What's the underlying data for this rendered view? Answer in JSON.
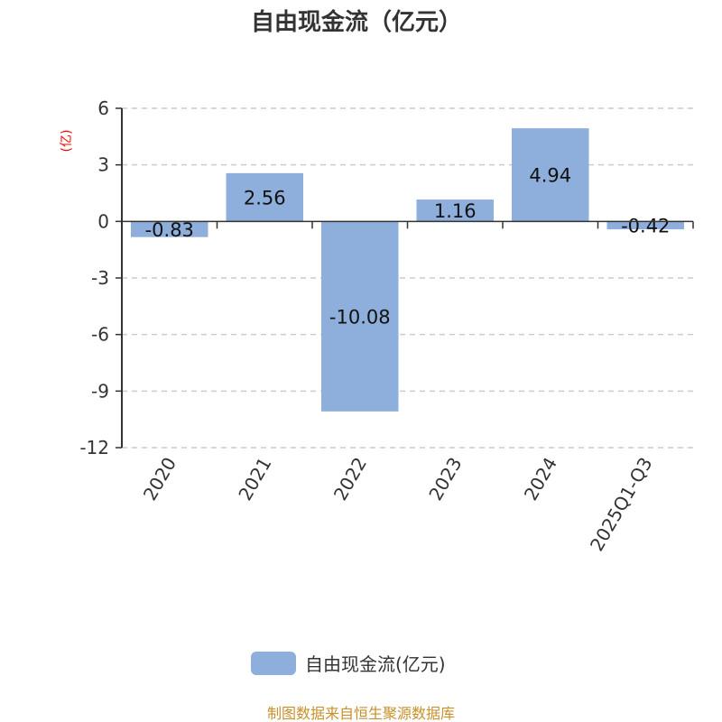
{
  "chart_data": {
    "type": "bar",
    "title": "自由现金流（亿元）",
    "ylabel": "(亿)",
    "xlabel": "",
    "categories": [
      "2020",
      "2021",
      "2022",
      "2023",
      "2024",
      "2025Q1-Q3"
    ],
    "series": [
      {
        "name": "自由现金流(亿元)",
        "values": [
          -0.83,
          2.56,
          -10.08,
          1.16,
          4.94,
          -0.42
        ]
      }
    ],
    "ylim": [
      -12,
      6
    ],
    "yticks": [
      6,
      3,
      0,
      -3,
      -6,
      -9,
      -12
    ],
    "grid": true,
    "legend": "bottom-center"
  },
  "colors": {
    "bar": "#8eaedb",
    "ylabel": "#ff0000",
    "source": "#c8902a"
  },
  "source": "制图数据来自恒生聚源数据库"
}
